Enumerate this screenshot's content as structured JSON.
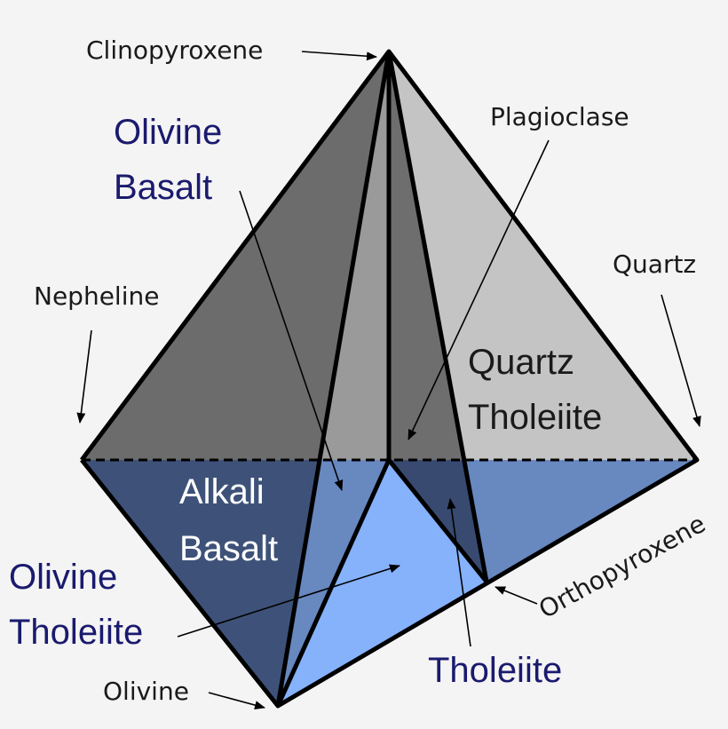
{
  "vertices": {
    "clinopyroxene": "Clinopyroxene",
    "plagioclase": "Plagioclase",
    "quartz": "Quartz",
    "nepheline": "Nepheline",
    "orthopyroxene": "Orthopyroxene",
    "olivine": "Olivine"
  },
  "fields": {
    "olivine_basalt": [
      "Olivine",
      "Basalt"
    ],
    "quartz_tholeiite": [
      "Quartz",
      "Tholeiite"
    ],
    "alkali_basalt": [
      "Alkali",
      "Basalt"
    ],
    "olivine_tholeiite": [
      "Olivine",
      "Tholeiite"
    ],
    "tholeiite": "Tholeiite"
  },
  "colors": {
    "background": "#f4f4f4",
    "upper_dark": "#6c6c6c",
    "upper_mid": "#8a8a8a",
    "upper_light": "#c4c4c4",
    "lower_dark": "#3e5279",
    "lower_mid": "#6888c0",
    "lower_light": "#86b2fc",
    "lower_deep": "#384a70",
    "field_label": "#1a1a6e"
  }
}
